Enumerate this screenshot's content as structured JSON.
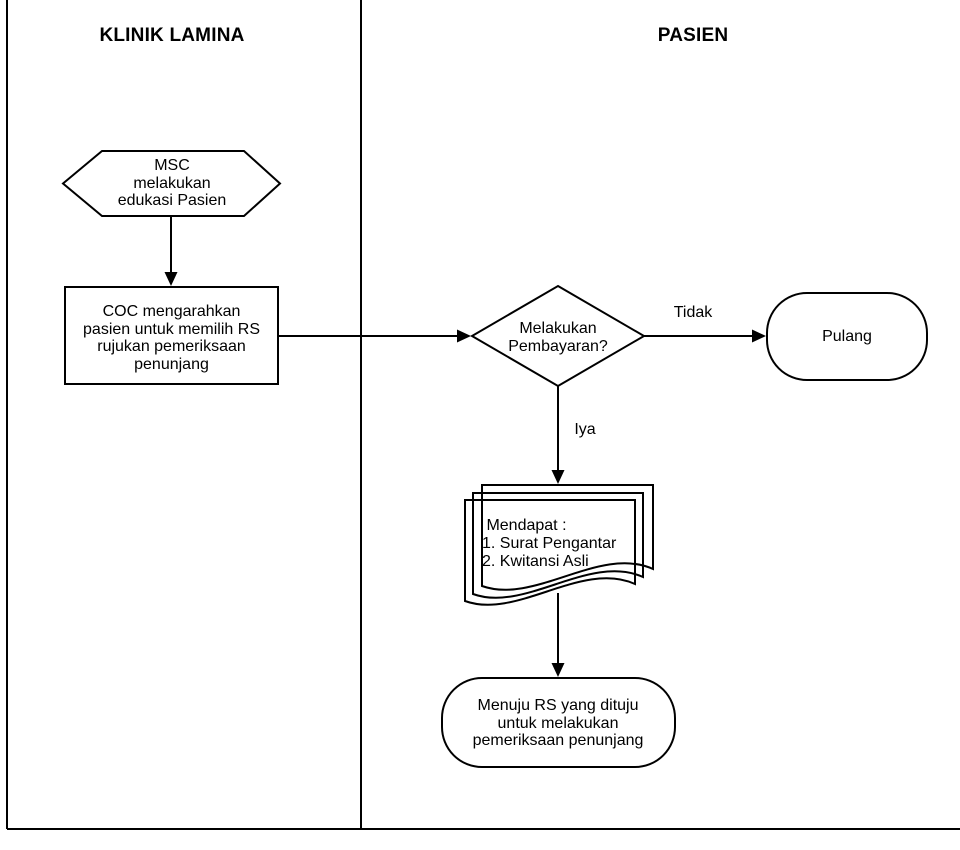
{
  "lanes": {
    "left": "KLINIK LAMINA",
    "right": "PASIEN"
  },
  "nodes": {
    "msc_education": "MSC\nmelakukan\nedukasi Pasien",
    "coc_direct": "COC mengarahkan\npasien untuk memilih RS\nrujukan pemeriksaan\npenunjang",
    "payment_decision": "Melakukan\nPembayaran?",
    "pulang": "Pulang",
    "documents": " Mendapat :\n1. Surat Pengantar\n2. Kwitansi Asli",
    "goto_rs": "Menuju RS yang dituju\nuntuk melakukan\npemeriksaan penunjang"
  },
  "edge_labels": {
    "no": "Tidak",
    "yes": "Iya"
  },
  "colors": {
    "stroke": "#000000",
    "background": "#ffffff"
  }
}
